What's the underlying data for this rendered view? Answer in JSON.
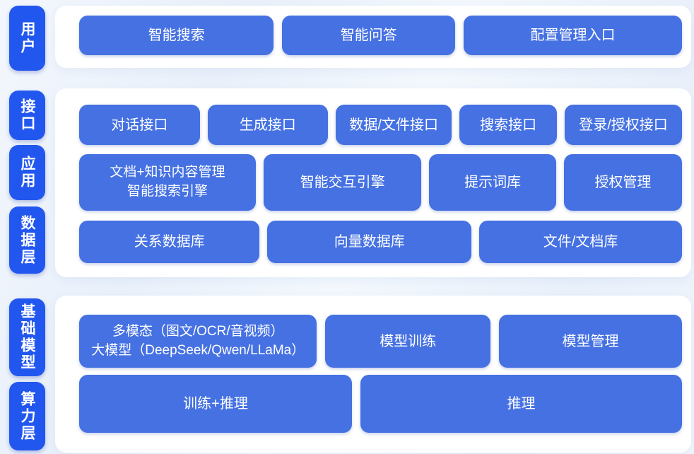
{
  "diagram": {
    "pills": {
      "user": "用户",
      "interface": "接口",
      "application": "应用",
      "data_layer": "数据层",
      "base_model": "基础模型",
      "compute_layer": "算力层"
    },
    "user_row": [
      "智能搜索",
      "智能问答",
      "配置管理入口"
    ],
    "interface_row": [
      "对话接口",
      "生成接口",
      "数据/文件接口",
      "搜索接口",
      "登录/授权接口"
    ],
    "application_row": [
      "文档+知识内容管理\n智能搜索引擎",
      "智能交互引擎",
      "提示词库",
      "授权管理"
    ],
    "data_row": [
      "关系数据库",
      "向量数据库",
      "文件/文档库"
    ],
    "model_row": [
      "多模态（图文/OCR/音视频）\n大模型（DeepSeek/Qwen/LLaMa）",
      "模型训练",
      "模型管理"
    ],
    "compute_row": [
      "训练+推理",
      "推理"
    ]
  },
  "colors": {
    "layer_pill_blue": "#2257ef",
    "block_blue": "#4571e2",
    "card_white": "#ffffff",
    "page_background": "#edf3fb",
    "text_white": "#ffffff"
  }
}
